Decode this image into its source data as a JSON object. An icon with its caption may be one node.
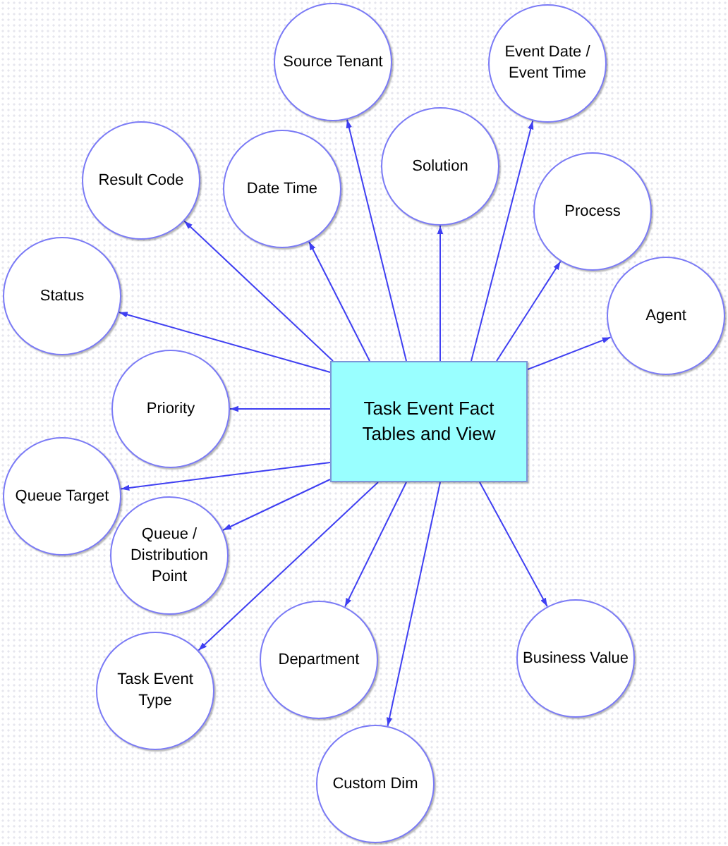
{
  "diagram": {
    "nodes": [
      {
        "text": [
          "Task Event Fact Tables and View"
        ]
      },
      {
        "text": [
          "Source Tenant"
        ]
      },
      {
        "text": [
          "Event Date / Event Time"
        ]
      },
      {
        "text": [
          "Solution"
        ]
      },
      {
        "text": [
          "Result Code"
        ]
      },
      {
        "text": [
          "Date Time"
        ]
      },
      {
        "text": [
          "Process"
        ]
      },
      {
        "text": [
          "Agent"
        ]
      },
      {
        "text": [
          "Status"
        ]
      },
      {
        "text": [
          "Priority"
        ]
      },
      {
        "text": [
          "Queue Target"
        ]
      },
      {
        "text": [
          "Queue / Distribution Point"
        ]
      },
      {
        "text": [
          "Department"
        ]
      },
      {
        "text": [
          "Business Value"
        ]
      },
      {
        "text": [
          "Task Event Type"
        ]
      },
      {
        "text": [
          "Custom Dim"
        ]
      }
    ],
    "edges": [
      {
        "from": 0,
        "to": 1,
        "arrow": "to"
      },
      {
        "from": 0,
        "to": 2,
        "arrow": "to"
      },
      {
        "from": 0,
        "to": 3,
        "arrow": "to"
      },
      {
        "from": 0,
        "to": 4,
        "arrow": "to"
      },
      {
        "from": 0,
        "to": 5,
        "arrow": "to"
      },
      {
        "from": 0,
        "to": 6,
        "arrow": "to"
      },
      {
        "from": 0,
        "to": 7,
        "arrow": "to"
      },
      {
        "from": 0,
        "to": 8,
        "arrow": "to"
      },
      {
        "from": 0,
        "to": 9,
        "arrow": "to"
      },
      {
        "from": 0,
        "to": 10,
        "arrow": "to"
      },
      {
        "from": 0,
        "to": 11,
        "arrow": "to"
      },
      {
        "from": 0,
        "to": 12,
        "arrow": "to"
      },
      {
        "from": 0,
        "to": 13,
        "arrow": "to"
      },
      {
        "from": 0,
        "to": 14,
        "arrow": "to"
      },
      {
        "from": 0,
        "to": 15,
        "arrow": "to"
      }
    ]
  }
}
